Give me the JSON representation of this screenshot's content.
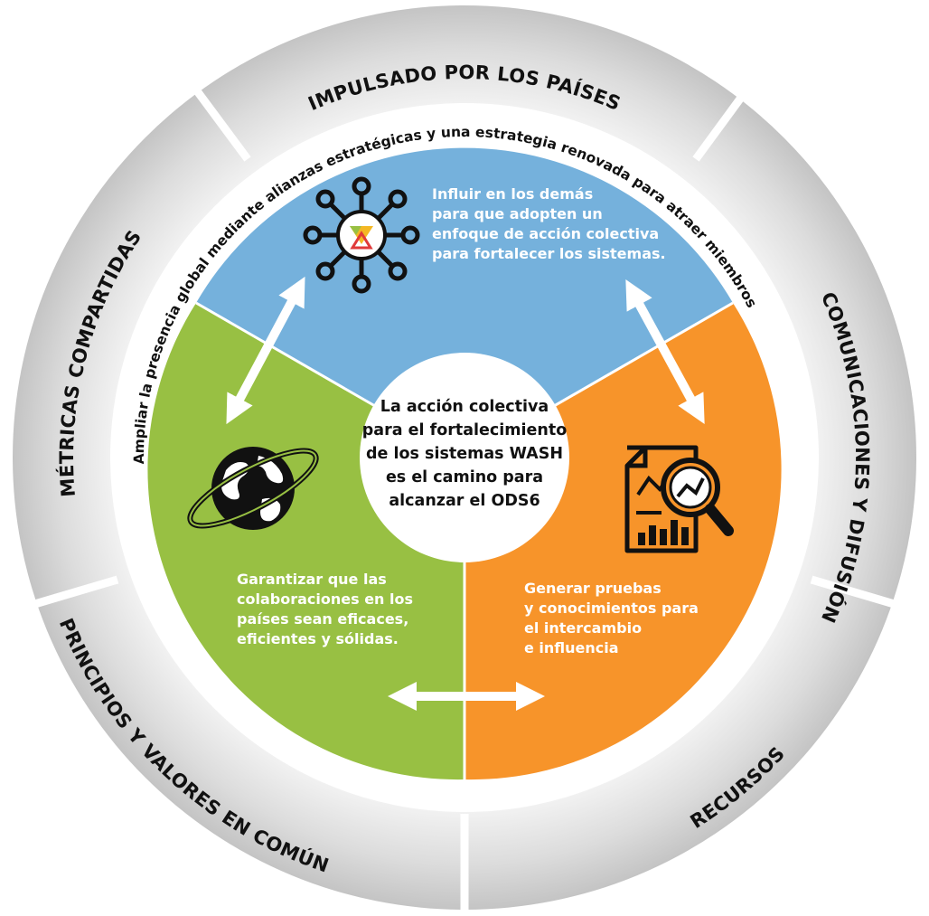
{
  "outer_ring": {
    "top": "IMPULSADO POR LOS PAÍSES",
    "right": "COMUNICACIONES Y DIFUSIÓN",
    "bottom_right": "RECURSOS",
    "bottom_left": "PRINCIPIOS Y VALORES EN COMÚN",
    "left": "MÉTRICAS COMPARTIDAS"
  },
  "inner_band": "Ampliar la presencia global mediante alianzas estratégicas y una estrategia renovada para atraer miembros",
  "segments": {
    "blue": {
      "text": "Influir en los demás\npara que adopten un\nenfoque de acción colectiva\npara fortalecer los sistemas.",
      "color": "#75b1dc",
      "icon": "network-logo-icon"
    },
    "orange": {
      "text": "Generar pruebas\ny conocimientos para\nel intercambio\ne influencia",
      "color": "#f7942a",
      "icon": "report-magnifier-icon"
    },
    "green": {
      "text": "Garantizar que las\ncolaboraciones en los\npaíses sean eficaces,\neficientes y sólidas.",
      "color": "#98c043",
      "icon": "globe-orbit-icon"
    }
  },
  "center": "La acción colectiva\npara el fortalecimiento\nde los sistemas WASH\nes el camino para\nalcanzar el ODS6",
  "colors": {
    "ring_gray": "#d6d6d6",
    "ring_border": "#ffffff",
    "text_dark": "#111111",
    "arrow": "#ffffff"
  }
}
